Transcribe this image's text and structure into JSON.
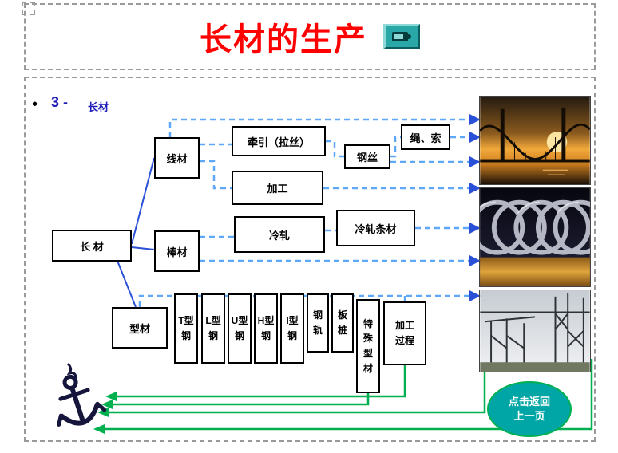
{
  "title": {
    "text": "长材的生产"
  },
  "content": {
    "bullet_glyph": "•",
    "section_number": "3 -",
    "section_label": "长材"
  },
  "flowchart": {
    "root": "长  材",
    "wire_rod": "线材",
    "bar": "棒材",
    "section_steel": "型材",
    "drawing": "牵引（拉丝）",
    "steel_wire": "钢丝",
    "rope": "绳、索",
    "processing": "加工",
    "cold_rolling": "冷轧",
    "cold_rolled_bar": "冷轧条材",
    "sections": [
      "T型钢",
      "L型钢",
      "U型钢",
      "H型钢",
      "I型钢",
      "钢轨",
      "板桩",
      "特殊型材",
      "加工过程"
    ]
  },
  "back_button": {
    "line1": "点击返回",
    "line2": "上一页"
  },
  "icons": {
    "media_button": "projector-icon",
    "anchor": "anchor-icon"
  },
  "colors": {
    "title_red": "#ff0000",
    "label_blue": "#1c1cb8",
    "dashed_line_blue": "#5fa8f8",
    "arrow_blue": "#2b50d8",
    "return_green": "#00b050",
    "button_teal": "#00a5a5"
  }
}
